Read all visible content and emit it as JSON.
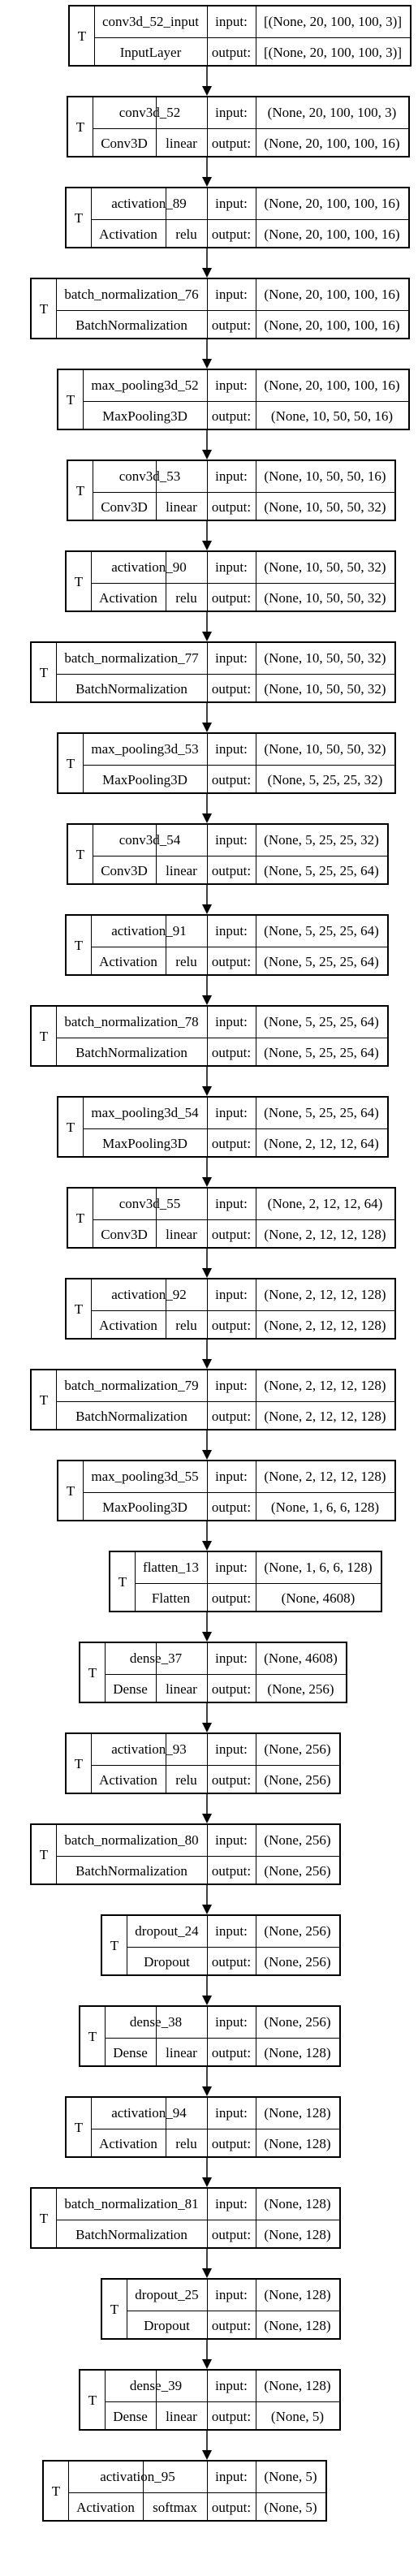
{
  "graph": {
    "flag_label": "T",
    "input_label": "input:",
    "output_label": "output:",
    "layers": [
      {
        "name": "conv3d_52_input",
        "type": "InputLayer",
        "activation": "",
        "input": "[(None, 20, 100, 100, 3)]",
        "output": "[(None, 20, 100, 100, 3)]"
      },
      {
        "name": "conv3d_52",
        "type": "Conv3D",
        "activation": "linear",
        "input": "(None, 20, 100, 100, 3)",
        "output": "(None, 20, 100, 100, 16)"
      },
      {
        "name": "activation_89",
        "type": "Activation",
        "activation": "relu",
        "input": "(None, 20, 100, 100, 16)",
        "output": "(None, 20, 100, 100, 16)"
      },
      {
        "name": "batch_normalization_76",
        "type": "BatchNormalization",
        "activation": "",
        "input": "(None, 20, 100, 100, 16)",
        "output": "(None, 20, 100, 100, 16)"
      },
      {
        "name": "max_pooling3d_52",
        "type": "MaxPooling3D",
        "activation": "",
        "input": "(None, 20, 100, 100, 16)",
        "output": "(None, 10, 50, 50, 16)"
      },
      {
        "name": "conv3d_53",
        "type": "Conv3D",
        "activation": "linear",
        "input": "(None, 10, 50, 50, 16)",
        "output": "(None, 10, 50, 50, 32)"
      },
      {
        "name": "activation_90",
        "type": "Activation",
        "activation": "relu",
        "input": "(None, 10, 50, 50, 32)",
        "output": "(None, 10, 50, 50, 32)"
      },
      {
        "name": "batch_normalization_77",
        "type": "BatchNormalization",
        "activation": "",
        "input": "(None, 10, 50, 50, 32)",
        "output": "(None, 10, 50, 50, 32)"
      },
      {
        "name": "max_pooling3d_53",
        "type": "MaxPooling3D",
        "activation": "",
        "input": "(None, 10, 50, 50, 32)",
        "output": "(None, 5, 25, 25, 32)"
      },
      {
        "name": "conv3d_54",
        "type": "Conv3D",
        "activation": "linear",
        "input": "(None, 5, 25, 25, 32)",
        "output": "(None, 5, 25, 25, 64)"
      },
      {
        "name": "activation_91",
        "type": "Activation",
        "activation": "relu",
        "input": "(None, 5, 25, 25, 64)",
        "output": "(None, 5, 25, 25, 64)"
      },
      {
        "name": "batch_normalization_78",
        "type": "BatchNormalization",
        "activation": "",
        "input": "(None, 5, 25, 25, 64)",
        "output": "(None, 5, 25, 25, 64)"
      },
      {
        "name": "max_pooling3d_54",
        "type": "MaxPooling3D",
        "activation": "",
        "input": "(None, 5, 25, 25, 64)",
        "output": "(None, 2, 12, 12, 64)"
      },
      {
        "name": "conv3d_55",
        "type": "Conv3D",
        "activation": "linear",
        "input": "(None, 2, 12, 12, 64)",
        "output": "(None, 2, 12, 12, 128)"
      },
      {
        "name": "activation_92",
        "type": "Activation",
        "activation": "relu",
        "input": "(None, 2, 12, 12, 128)",
        "output": "(None, 2, 12, 12, 128)"
      },
      {
        "name": "batch_normalization_79",
        "type": "BatchNormalization",
        "activation": "",
        "input": "(None, 2, 12, 12, 128)",
        "output": "(None, 2, 12, 12, 128)"
      },
      {
        "name": "max_pooling3d_55",
        "type": "MaxPooling3D",
        "activation": "",
        "input": "(None, 2, 12, 12, 128)",
        "output": "(None, 1, 6, 6, 128)"
      },
      {
        "name": "flatten_13",
        "type": "Flatten",
        "activation": "",
        "input": "(None, 1, 6, 6, 128)",
        "output": "(None, 4608)"
      },
      {
        "name": "dense_37",
        "type": "Dense",
        "activation": "linear",
        "input": "(None, 4608)",
        "output": "(None, 256)"
      },
      {
        "name": "activation_93",
        "type": "Activation",
        "activation": "relu",
        "input": "(None, 256)",
        "output": "(None, 256)"
      },
      {
        "name": "batch_normalization_80",
        "type": "BatchNormalization",
        "activation": "",
        "input": "(None, 256)",
        "output": "(None, 256)"
      },
      {
        "name": "dropout_24",
        "type": "Dropout",
        "activation": "",
        "input": "(None, 256)",
        "output": "(None, 256)"
      },
      {
        "name": "dense_38",
        "type": "Dense",
        "activation": "linear",
        "input": "(None, 256)",
        "output": "(None, 128)"
      },
      {
        "name": "activation_94",
        "type": "Activation",
        "activation": "relu",
        "input": "(None, 128)",
        "output": "(None, 128)"
      },
      {
        "name": "batch_normalization_81",
        "type": "BatchNormalization",
        "activation": "",
        "input": "(None, 128)",
        "output": "(None, 128)"
      },
      {
        "name": "dropout_25",
        "type": "Dropout",
        "activation": "",
        "input": "(None, 128)",
        "output": "(None, 128)"
      },
      {
        "name": "dense_39",
        "type": "Dense",
        "activation": "linear",
        "input": "(None, 128)",
        "output": "(None, 5)"
      },
      {
        "name": "activation_95",
        "type": "Activation",
        "activation": "softmax",
        "input": "(None, 5)",
        "output": "(None, 5)"
      }
    ]
  }
}
